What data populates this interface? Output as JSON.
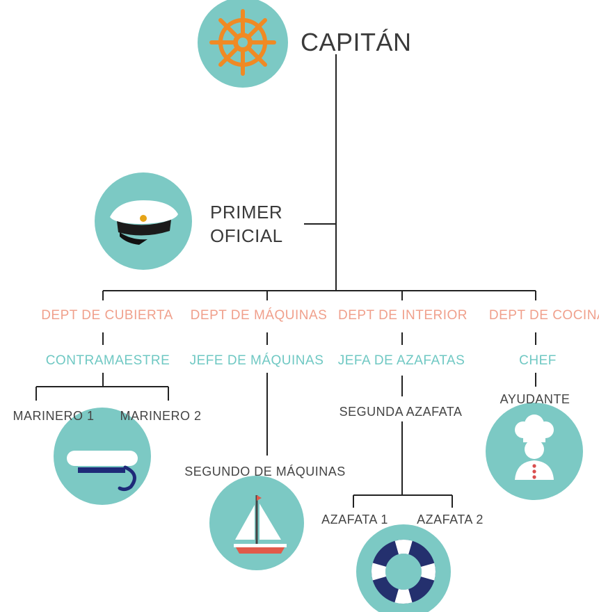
{
  "captain": {
    "label": "CAPITÁN"
  },
  "first_officer": {
    "line1": "PRIMER",
    "line2": "OFICIAL"
  },
  "departments": {
    "deck": {
      "dept": "DEPT DE CUBIERTA",
      "head": "CONTRAMAESTRE",
      "staff": [
        "MARINERO 1",
        "MARINERO 2"
      ]
    },
    "engine": {
      "dept": "DEPT DE MÁQUINAS",
      "head": "JEFE DE MÁQUINAS",
      "staff": [
        "SEGUNDO DE MÁQUINAS"
      ]
    },
    "interior": {
      "dept": "DEPT DE INTERIOR",
      "head": "JEFA DE AZAFATAS",
      "second": "SEGUNDA AZAFATA",
      "staff": [
        "AZAFATA 1",
        "AZAFATA 2"
      ]
    },
    "galley": {
      "dept": "DEPT DE COCINA",
      "head": "CHEF",
      "staff": [
        "AYUDANTE"
      ]
    }
  },
  "icons": [
    "ship-wheel-icon",
    "captain-hat-icon",
    "sailor-hat-icon",
    "sailboat-icon",
    "life-ring-icon",
    "chef-icon"
  ],
  "colors": {
    "circle": "#7cc9c4",
    "dept_text": "#f0a08c",
    "head_text": "#6fc8c3",
    "staff_text": "#444444",
    "line": "#222222",
    "wheel": "#f08a24",
    "navy": "#1e2a78"
  }
}
